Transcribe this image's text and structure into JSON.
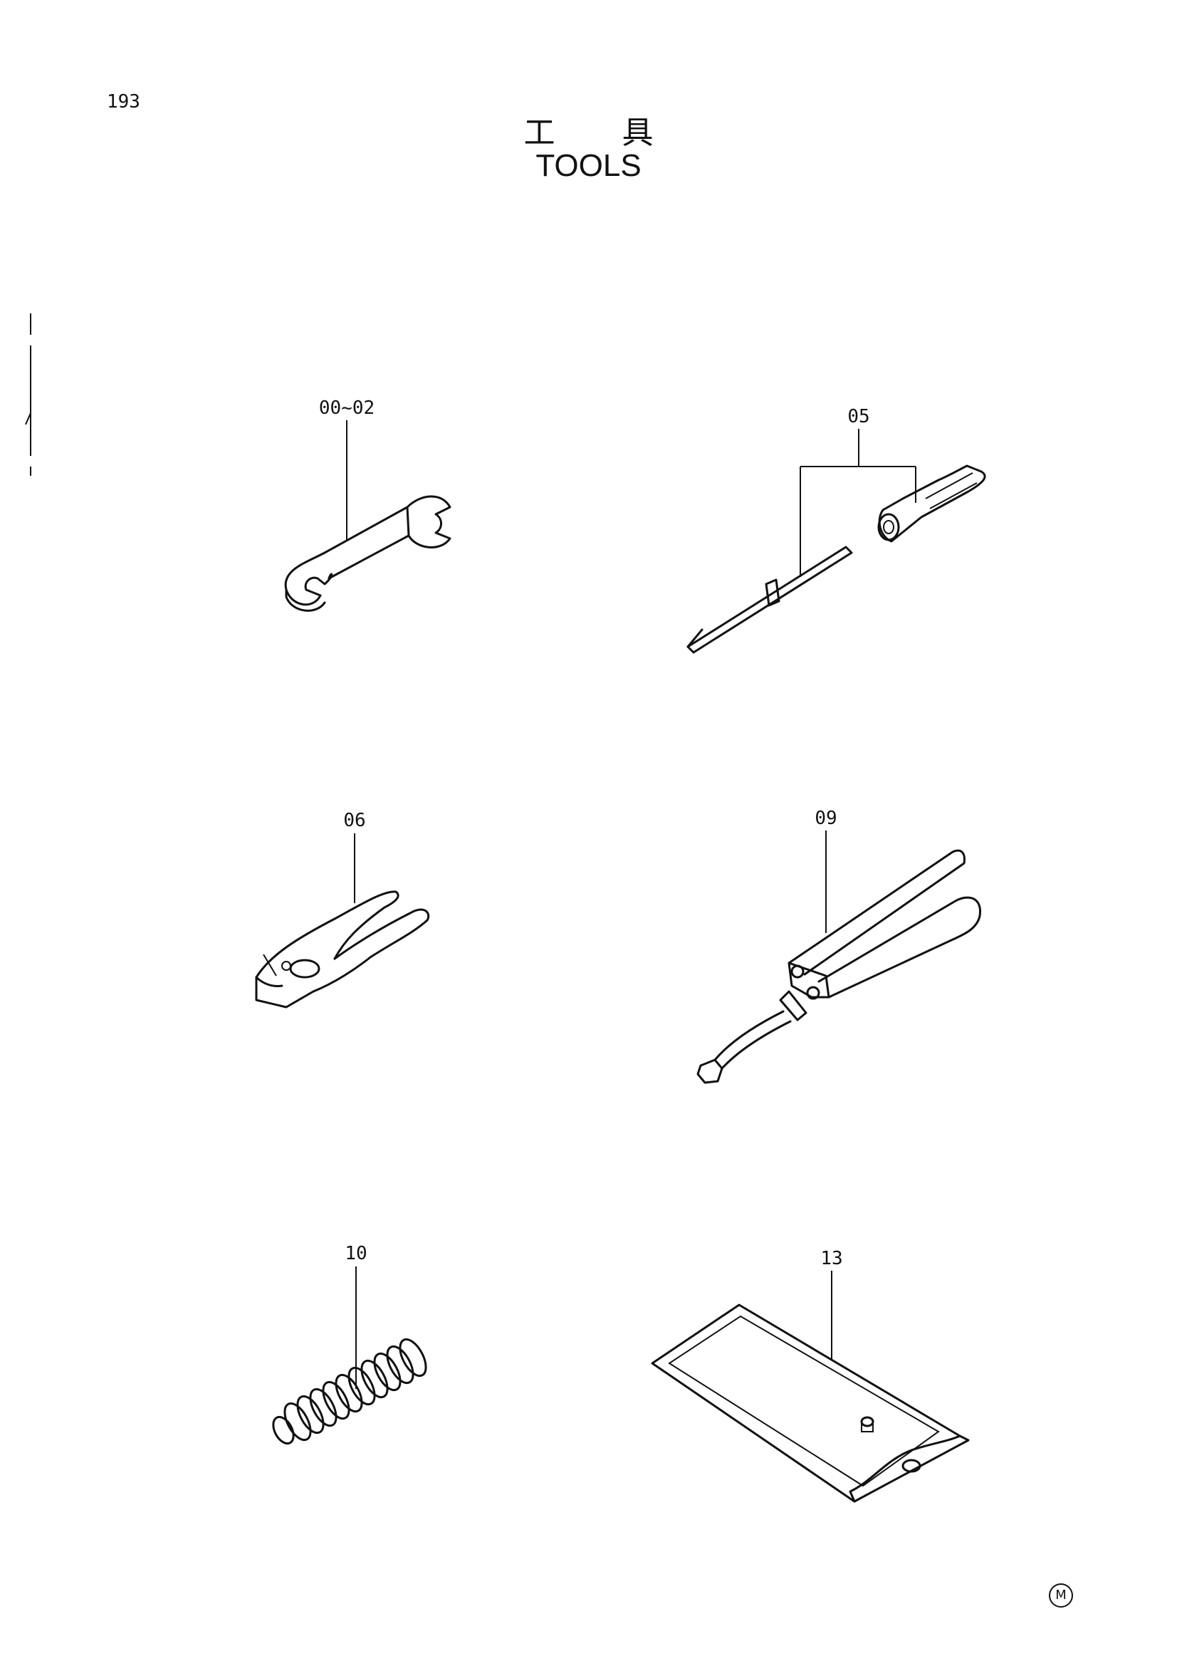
{
  "page": {
    "number": "193",
    "title_jp": "工 具",
    "title_en": "TOOLS",
    "corner_mark": "M"
  },
  "callouts": [
    {
      "id": "wrench",
      "label": "00~02"
    },
    {
      "id": "screwdriver",
      "label": "05"
    },
    {
      "id": "pliers",
      "label": "06"
    },
    {
      "id": "grease-gun",
      "label": "09"
    },
    {
      "id": "spring",
      "label": "10"
    },
    {
      "id": "tool-bag",
      "label": "13"
    }
  ]
}
